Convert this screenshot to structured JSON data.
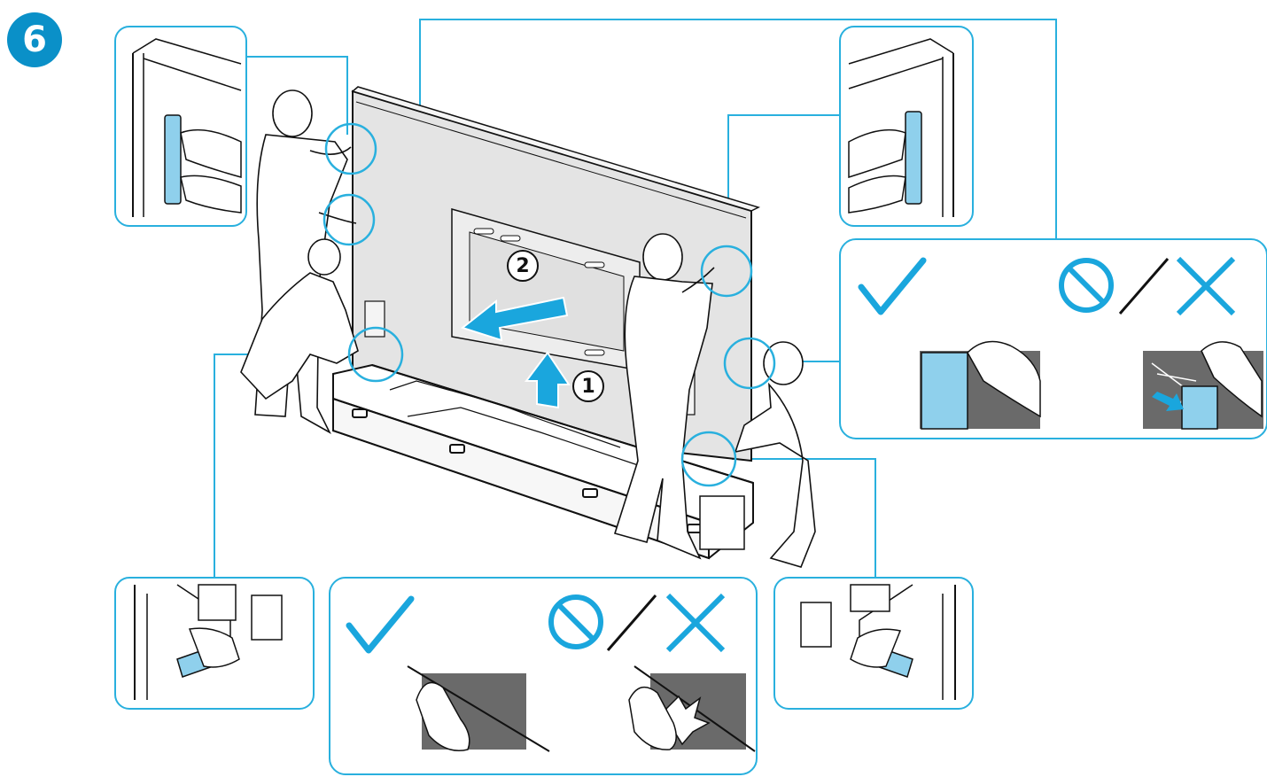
{
  "step": {
    "number": "6"
  },
  "sub_steps": {
    "lift_up": "1",
    "pull_out": "2"
  },
  "colors": {
    "accent": "#29b0de",
    "badge": "#0a90c8",
    "check": "#1aa6dd",
    "panel_glass": "#6a6a6a",
    "tv_back": "#e3e3e3",
    "handle": "#8fd0ec",
    "line": "#111111"
  },
  "icons": {
    "correct": "check-icon",
    "prohibited": "prohibition-icon",
    "incorrect": "cross-icon"
  }
}
